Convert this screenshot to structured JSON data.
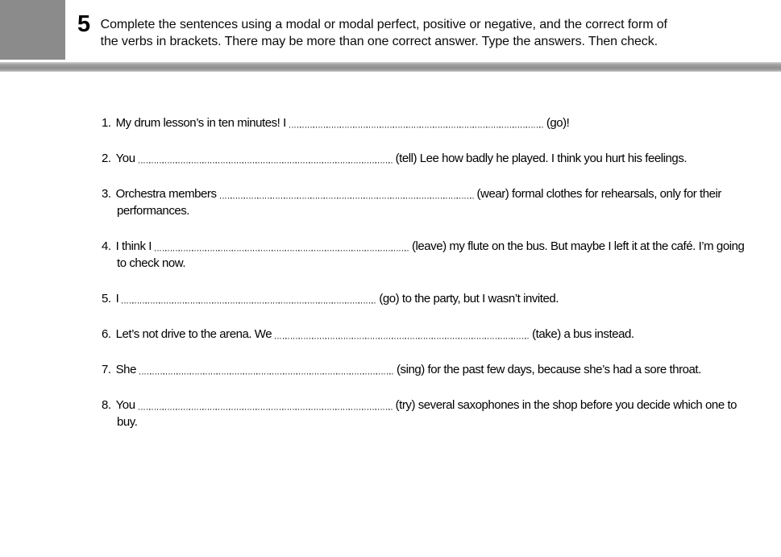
{
  "header": {
    "exercise_number": "5",
    "instruction_lines": [
      "Complete the sentences using a modal or modal perfect, positive or negative, and the correct form of",
      "the verbs in brackets. There may be more than one correct answer. Type the answers. Then check."
    ]
  },
  "colors": {
    "tab_gray": "#8b8b8b",
    "divider_gray": "#8f8f8f",
    "text": "#000000",
    "dot_leader": "#3a3a3a",
    "background": "#ffffff"
  },
  "questions": [
    {
      "number": "1.",
      "before": "My drum lesson’s in ten minutes! I",
      "answer": "",
      "after": "(go)!"
    },
    {
      "number": "2.",
      "before": "You",
      "answer": "",
      "after": "(tell) Lee how badly he played. I think you hurt his feelings."
    },
    {
      "number": "3.",
      "before": "Orchestra members",
      "answer": "",
      "after": "(wear) formal clothes for rehearsals, only for their performances."
    },
    {
      "number": "4.",
      "before": "I think I",
      "answer": "",
      "after": "(leave) my flute on the bus. But maybe I left it at the café. I’m going to check now."
    },
    {
      "number": "5.",
      "before": "I",
      "answer": "",
      "after": "(go) to the party, but I wasn’t invited."
    },
    {
      "number": "6.",
      "before": "Let’s not drive to the arena. We",
      "answer": "",
      "after": "(take) a bus instead."
    },
    {
      "number": "7.",
      "before": "She",
      "answer": "",
      "after": "(sing) for the past few days, because she’s had a sore throat."
    },
    {
      "number": "8.",
      "before": "You",
      "answer": "",
      "after": "(try) several saxophones in the shop before you decide which one to buy."
    }
  ]
}
